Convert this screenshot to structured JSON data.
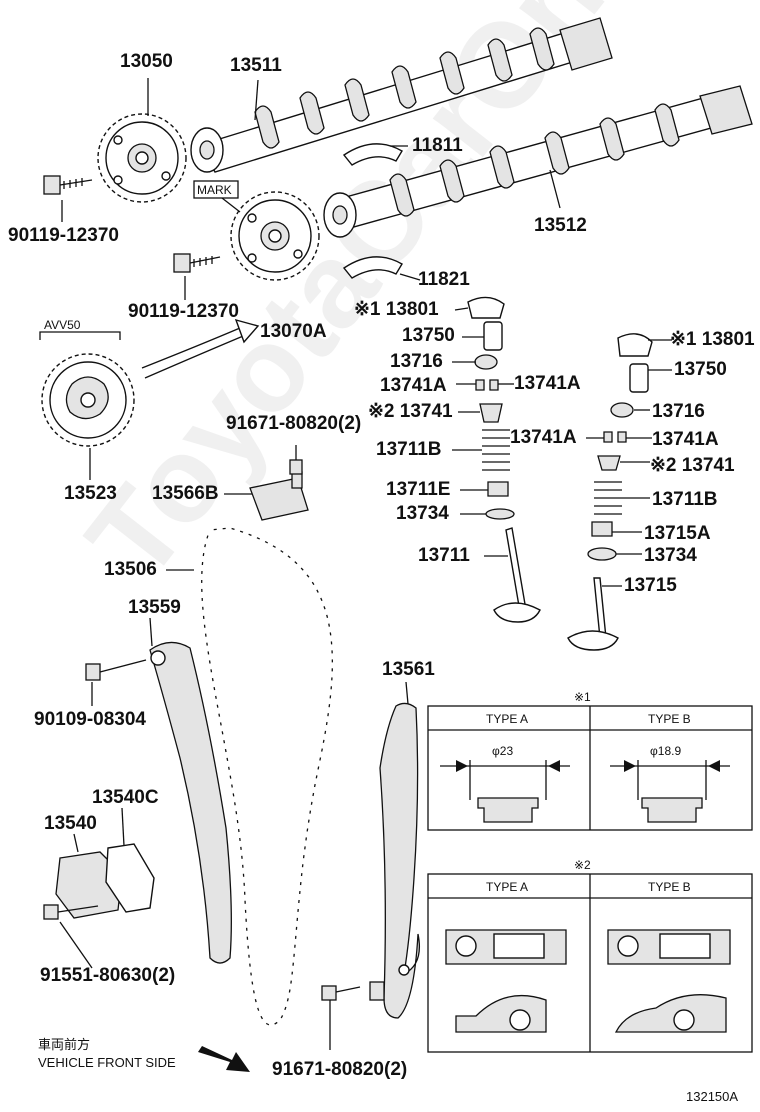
{
  "watermark": "ToyotaCarOnline.ru",
  "part_numbers": {
    "p13050": "13050",
    "p13511": "13511",
    "p11811": "11811",
    "p90119a": "90119-12370",
    "p90119b": "90119-12370",
    "p13512": "13512",
    "p11821": "11821",
    "p13070a": "13070A",
    "p13801a": "※1 13801",
    "p13750a": "13750",
    "p13716a": "13716",
    "p13741a1": "13741A",
    "p13741a2": "13741A",
    "p13741a": "※2 13741",
    "p13711ba": "13711B",
    "p13711e": "13711E",
    "p13734a": "13734",
    "p13711": "13711",
    "p13801b": "※1 13801",
    "p13750b": "13750",
    "p13716b": "13716",
    "p13741a3": "13741A",
    "p13741a4": "13741A",
    "p13741b": "※2 13741",
    "p13711bb": "13711B",
    "p13715a": "13715A",
    "p13734b": "13734",
    "p13715": "13715",
    "p13523": "13523",
    "p91671a": "91671-80820(2)",
    "p13566b": "13566B",
    "p13506": "13506",
    "p13559": "13559",
    "p90109": "90109-08304",
    "p13561": "13561",
    "p13540c": "13540C",
    "p13540": "13540",
    "p91551": "91551-80630(2)",
    "p91671b": "91671-80820(2)"
  },
  "annotations": {
    "mark": "MARK",
    "avv50": "AVV50",
    "front_jp": "車両前方",
    "front_en": "VEHICLE FRONT SIDE",
    "diagram_id": "132150A"
  },
  "note_tables": {
    "note1": {
      "marker": "※1",
      "type_a": "TYPE A",
      "type_b": "TYPE B",
      "dim_a": "φ23",
      "dim_b": "φ18.9"
    },
    "note2": {
      "marker": "※2",
      "type_a": "TYPE A",
      "type_b": "TYPE B"
    }
  }
}
